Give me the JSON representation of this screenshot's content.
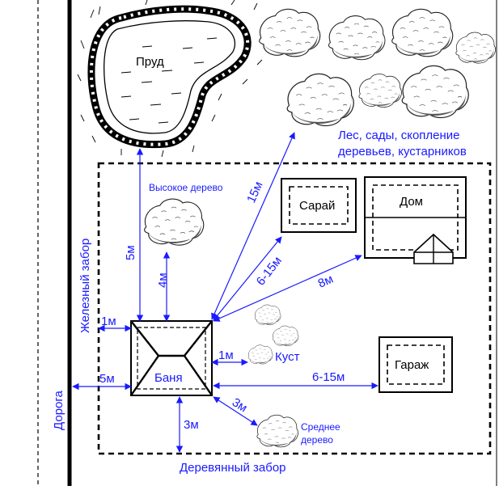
{
  "colors": {
    "label": "#1a1aff",
    "ink": "#000000",
    "background": "#ffffff"
  },
  "labels": {
    "pond": "Пруд",
    "forest_line1": "Лес, сады, скопление",
    "forest_line2": "деревьев, кустарников",
    "tall_tree": "Высокое дерево",
    "iron_fence": "Железный забор",
    "road": "Дорога",
    "wooden_fence": "Деревянный забор",
    "shed": "Сарай",
    "house": "Дом",
    "bathhouse": "Баня",
    "garage": "Гараж",
    "bush": "Куст",
    "medium_tree_line1": "Среднее",
    "medium_tree_line2": "дерево"
  },
  "distances": {
    "to_forest": "15м",
    "to_iron_fence_vertical": "5м",
    "to_tall_tree": "4м",
    "to_shed": "6-15м",
    "to_house": "8м",
    "to_left_fence": "1м",
    "to_road": "5м",
    "to_bush": "1м",
    "to_garage": "6-15м",
    "to_medium_tree": "3м",
    "to_wooden_fence": "3м"
  }
}
